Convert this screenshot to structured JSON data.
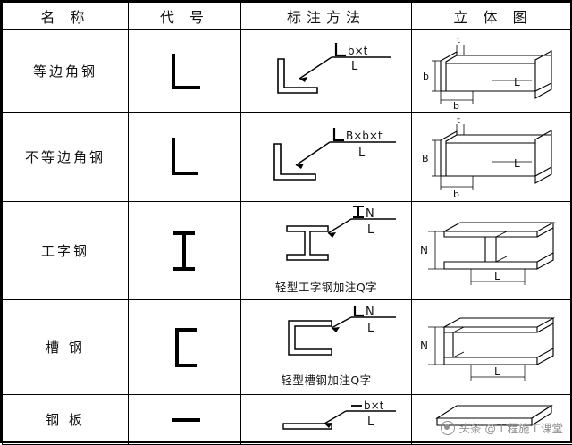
{
  "table": {
    "headers": [
      "名  称",
      "代  号",
      "标注方法",
      "立 体 图"
    ],
    "rows": [
      {
        "name": "等边角钢",
        "symbol_icon": "equal-angle-symbol",
        "marking": {
          "label": "b×t",
          "leader": "L",
          "prefix": "L"
        },
        "note": "",
        "iso": {
          "dims": [
            "t",
            "b",
            "b",
            "L"
          ]
        }
      },
      {
        "name": "不等边角钢",
        "symbol_icon": "unequal-angle-symbol",
        "marking": {
          "label": "B×b×t",
          "leader": "L",
          "prefix": "L"
        },
        "note": "",
        "iso": {
          "dims": [
            "t",
            "B",
            "b",
            "L"
          ]
        }
      },
      {
        "name": "工字钢",
        "symbol_icon": "i-beam-symbol",
        "marking": {
          "label": "N",
          "leader": "L",
          "prefix": "I"
        },
        "note": "轻型工字钢加注Q字",
        "iso": {
          "dims": [
            "N",
            "L"
          ]
        }
      },
      {
        "name": "槽 钢",
        "symbol_icon": "channel-symbol",
        "marking": {
          "label": "N",
          "leader": "L",
          "prefix": "["
        },
        "note": "轻型槽钢加注Q字",
        "iso": {
          "dims": [
            "N",
            "L"
          ]
        }
      },
      {
        "name": "钢 板",
        "symbol_icon": "plate-symbol",
        "marking": {
          "label": "b×t",
          "leader": "L",
          "prefix": "—"
        },
        "note": "",
        "iso": {
          "dims": []
        }
      }
    ]
  },
  "watermark": {
    "text": "头条 @工程施工课堂",
    "icon": "toutiao-logo-icon"
  },
  "colors": {
    "line": "#000000",
    "text": "#111111",
    "watermark": "#8d8d8d",
    "background": "#ffffff"
  }
}
